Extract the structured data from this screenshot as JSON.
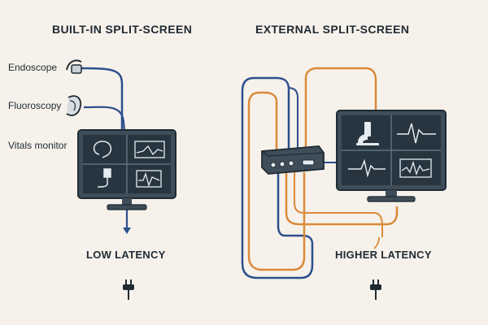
{
  "left": {
    "title": "BUILT-IN SPLIT-SCREEN",
    "sources": [
      "Endoscope",
      "Fluoroscopy",
      "Vitals monitor"
    ],
    "latency": "LOW LATENCY"
  },
  "right": {
    "title": "EXTERNAL SPLIT-SCREEN",
    "latency": "HIGHER LATENCY"
  },
  "colors": {
    "background": "#f6f1ea",
    "blue_cable": "#2c4f8c",
    "orange_cable": "#d98a3a",
    "monitor_bezel": "#3e4d58",
    "screen": "#263540",
    "outline": "#1f2a33"
  },
  "icons": {
    "left_screen_panels": [
      "endoscope-loop-icon",
      "waveform-icon",
      "endoscope-probe-icon",
      "vitals-waveform-icon"
    ],
    "right_screen_panels": [
      "microscope-icon",
      "ecg-waveform-icon",
      "pulse-waveform-icon",
      "signal-waveform-icon"
    ],
    "power": "power-plug-icon",
    "hub": "video-processor-box-icon"
  }
}
